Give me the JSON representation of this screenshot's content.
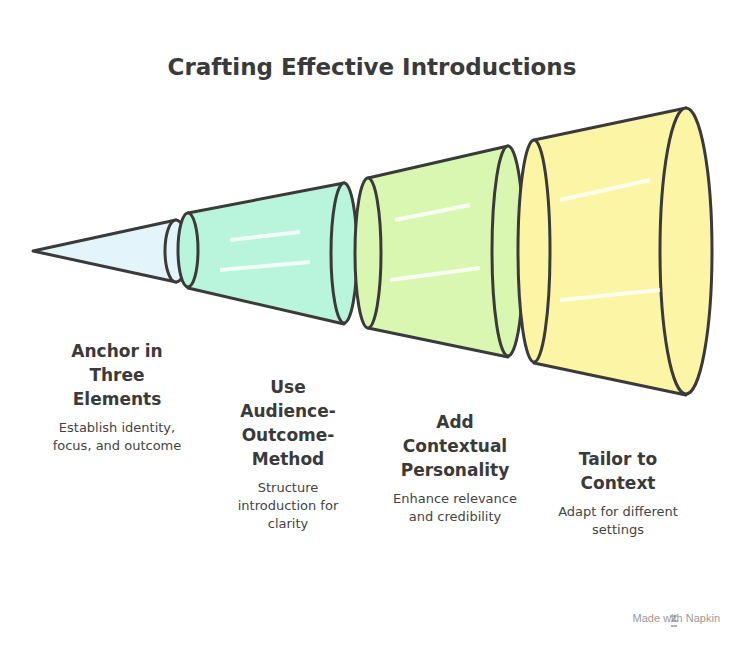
{
  "diagram": {
    "title": "Crafting Effective Introductions",
    "nodes": [
      {
        "text": [
          "Anchor in Three Elements",
          "Establish identity, focus, and outcome"
        ]
      },
      {
        "text": [
          "Use Audience-Outcome-Method",
          "Structure introduction for clarity"
        ]
      },
      {
        "text": [
          "Add Contextual Personality",
          "Enhance relevance and credibility"
        ]
      },
      {
        "text": [
          "Tailor to Context",
          "Adapt for different settings"
        ]
      }
    ],
    "labels": [
      "Made with Napkin"
    ]
  }
}
